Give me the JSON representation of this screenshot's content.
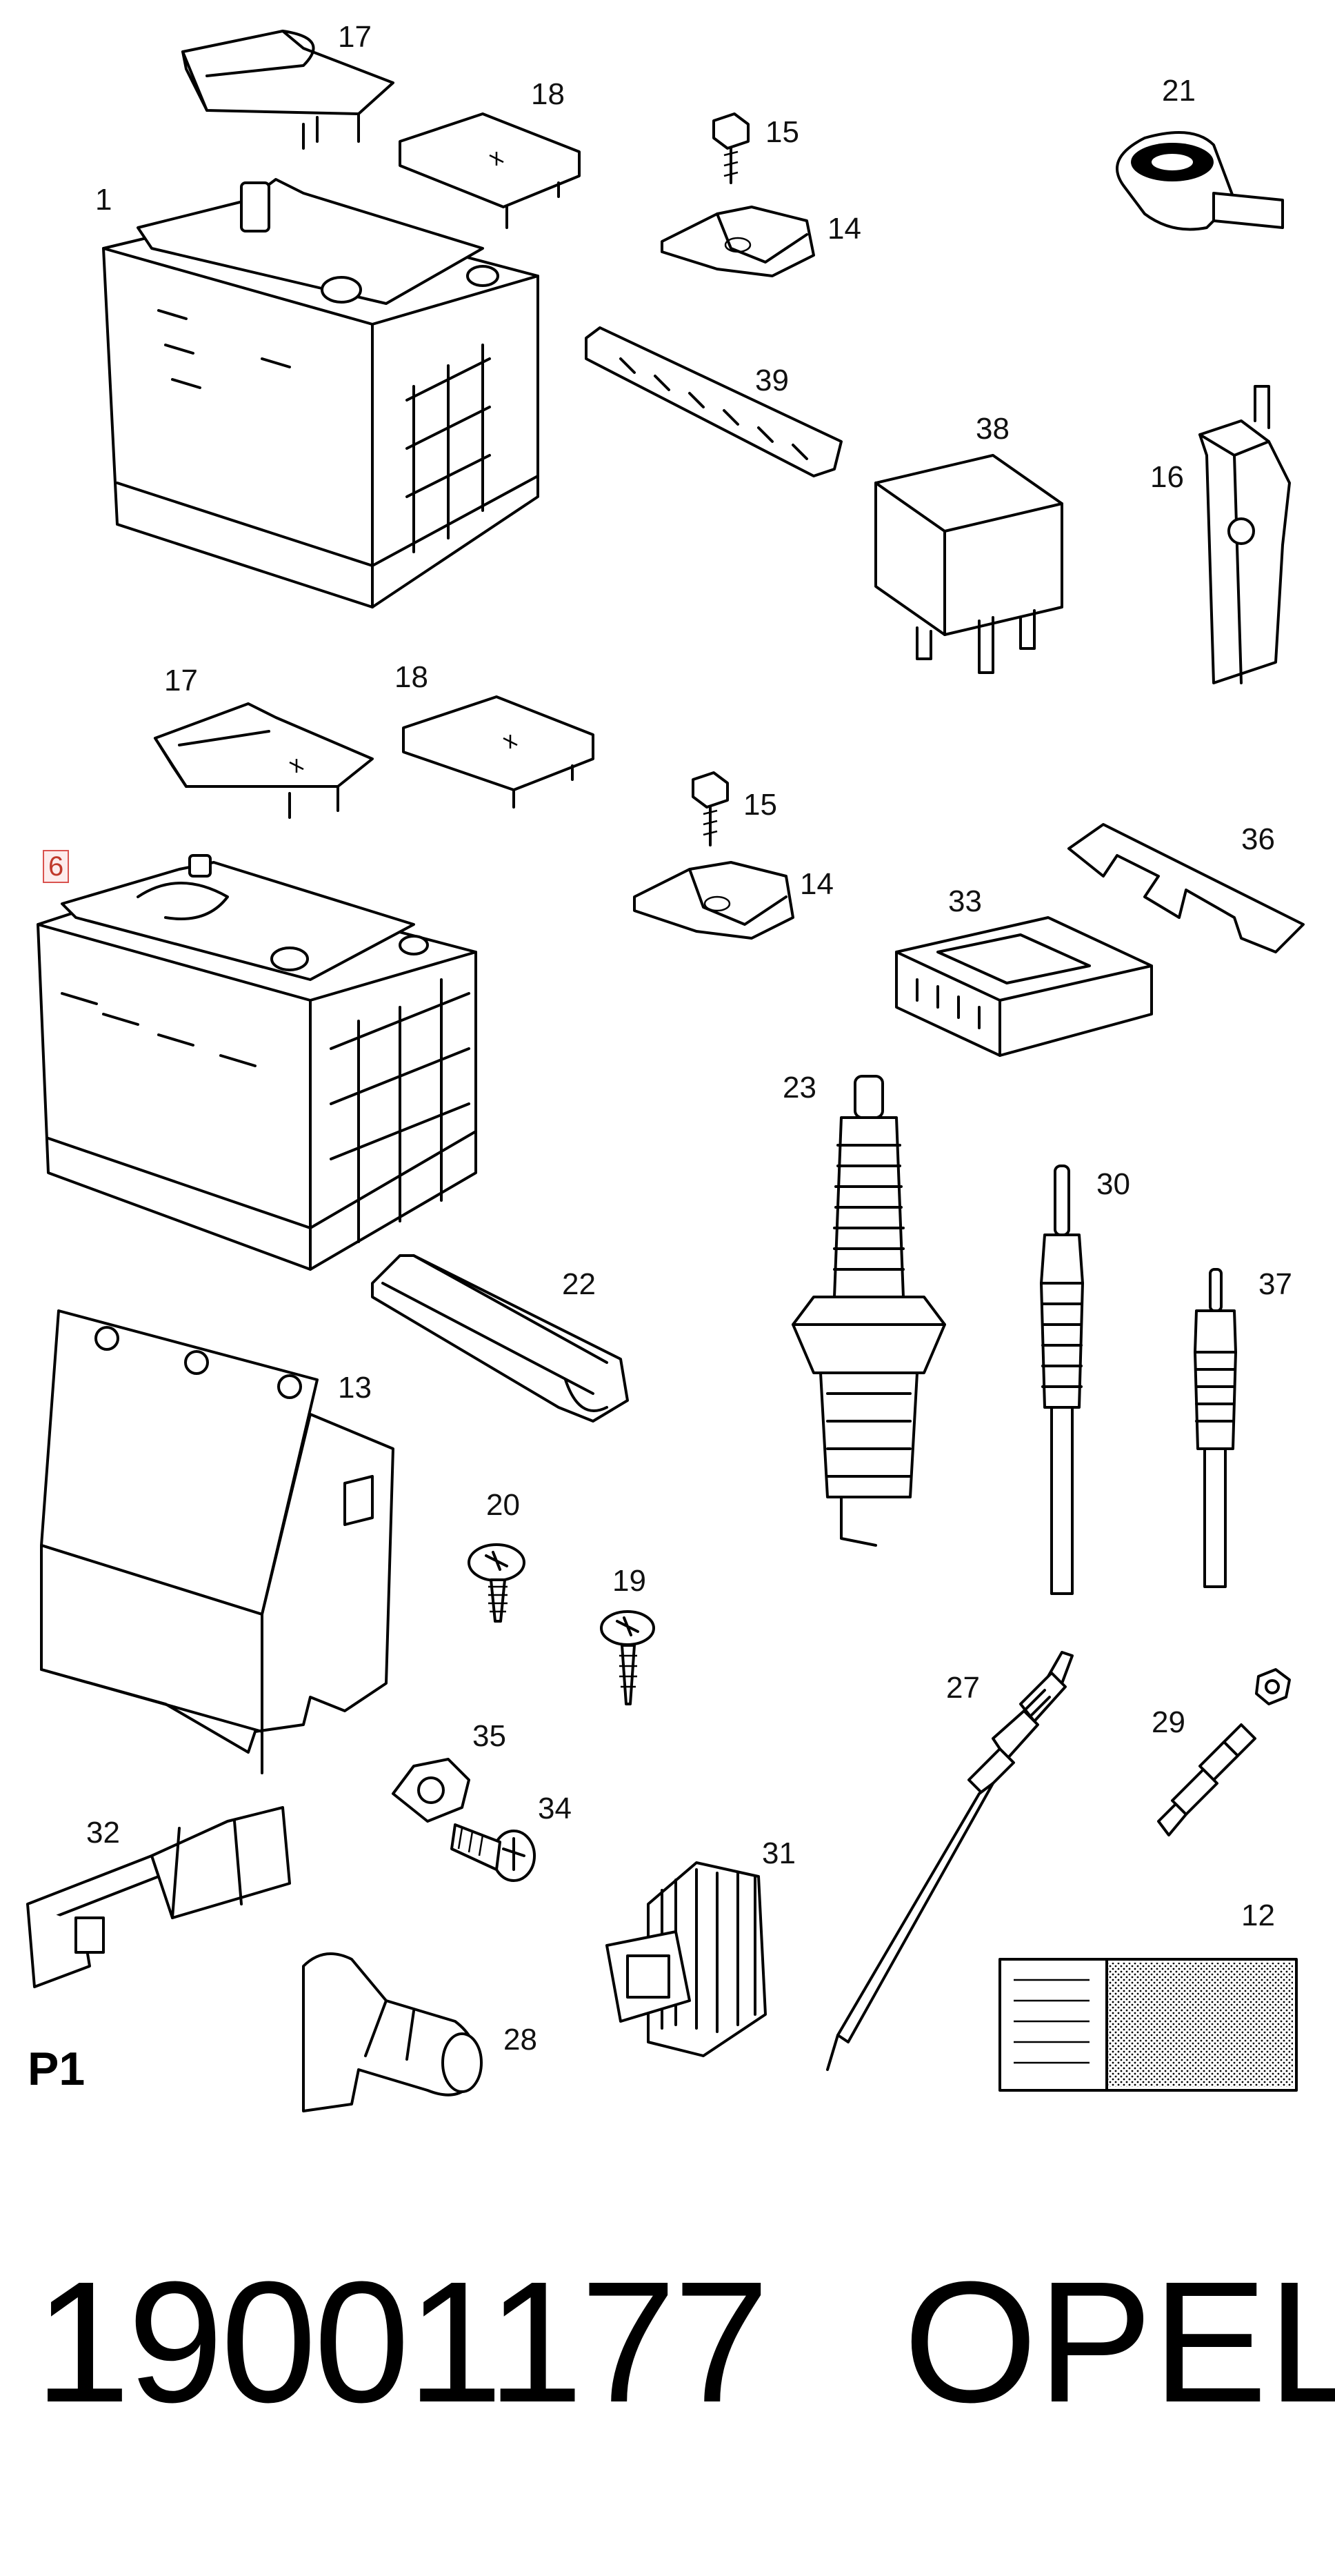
{
  "callouts": [
    {
      "id": "c17a",
      "text": "17"
    },
    {
      "id": "c18a",
      "text": "18"
    },
    {
      "id": "c1",
      "text": "1"
    },
    {
      "id": "c15a",
      "text": "15"
    },
    {
      "id": "c14a",
      "text": "14"
    },
    {
      "id": "c21",
      "text": "21"
    },
    {
      "id": "c39",
      "text": "39"
    },
    {
      "id": "c38",
      "text": "38"
    },
    {
      "id": "c16",
      "text": "16"
    },
    {
      "id": "c17b",
      "text": "17"
    },
    {
      "id": "c18b",
      "text": "18"
    },
    {
      "id": "c15b",
      "text": "15"
    },
    {
      "id": "c14b",
      "text": "14"
    },
    {
      "id": "c36",
      "text": "36"
    },
    {
      "id": "c33",
      "text": "33"
    },
    {
      "id": "c6",
      "text": "6"
    },
    {
      "id": "c23",
      "text": "23"
    },
    {
      "id": "c30",
      "text": "30"
    },
    {
      "id": "c37",
      "text": "37"
    },
    {
      "id": "c22",
      "text": "22"
    },
    {
      "id": "c13",
      "text": "13"
    },
    {
      "id": "c20",
      "text": "20"
    },
    {
      "id": "c19",
      "text": "19"
    },
    {
      "id": "c27",
      "text": "27"
    },
    {
      "id": "c29",
      "text": "29"
    },
    {
      "id": "c35",
      "text": "35"
    },
    {
      "id": "c34",
      "text": "34"
    },
    {
      "id": "c32",
      "text": "32"
    },
    {
      "id": "c31",
      "text": "31"
    },
    {
      "id": "c12",
      "text": "12"
    },
    {
      "id": "c28",
      "text": "28"
    }
  ],
  "highlighted_callout": "6",
  "page_label": "P1",
  "part_number": "19001177",
  "brand": "OPEL",
  "colors": {
    "line": "#000000",
    "highlight_border": "#d9534f",
    "highlight_fill": "#fdecec"
  }
}
